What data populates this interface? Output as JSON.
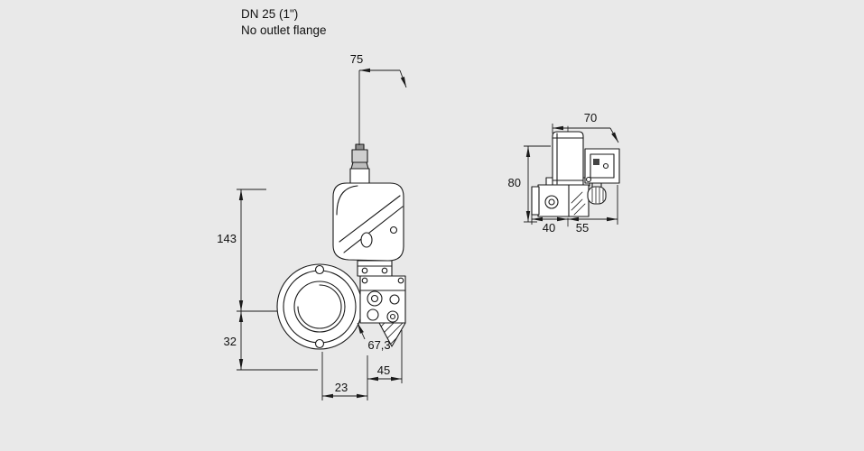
{
  "header": {
    "line1": "DN 25 (1\")",
    "line2": "No outlet flange"
  },
  "front_view": {
    "dim_top_width": "75",
    "dim_height_upper": "143",
    "dim_height_lower": "32",
    "dim_diagonal": "67,3",
    "dim_bottom_outer": "45",
    "dim_bottom_inner": "23"
  },
  "side_view": {
    "dim_top_width": "70",
    "dim_height": "80",
    "dim_bottom_left": "40",
    "dim_bottom_right": "55"
  },
  "colors": {
    "background": "#e9e9e9",
    "line": "#1a1a1a",
    "fill": "#ffffff"
  }
}
